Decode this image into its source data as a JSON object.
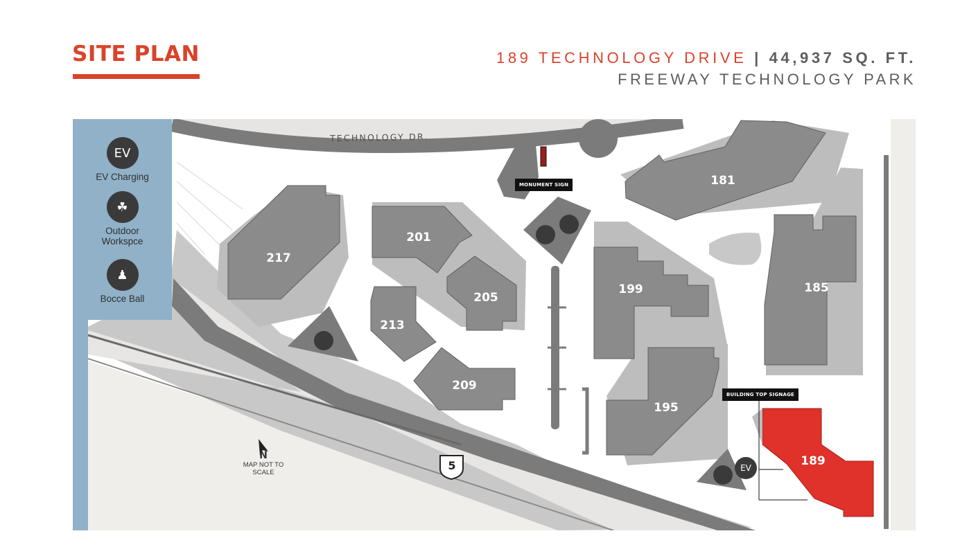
{
  "header": {
    "title": "SITE PLAN",
    "address": "189 TECHNOLOGY DRIVE",
    "separator": "|",
    "sqft": "44,937 SQ. FT.",
    "park": "FREEWAY TECHNOLOGY PARK"
  },
  "legend": {
    "ev_symbol": "EV",
    "ev_label": "EV Charging",
    "outdoor_icon": "outdoor-workspace-icon",
    "outdoor_label": "Outdoor\nWorkspce",
    "bocce_icon": "bocce-ball-icon",
    "bocce_label": "Bocce Ball"
  },
  "map": {
    "road_label": "TECHNOLOGY DR.",
    "buildings": [
      "217",
      "201",
      "205",
      "213",
      "209",
      "181",
      "199",
      "185",
      "195",
      "189"
    ],
    "highlighted_building": "189",
    "highlight_color": "#e0312a",
    "callouts": {
      "monument": "MONUMENT SIGN",
      "signage": "BUILDING TOP SIGNAGE"
    },
    "north_letter": "N",
    "scale_note": "MAP NOT TO SCALE",
    "freeway_shield": "5",
    "ev_badge": "EV"
  },
  "colors": {
    "accent": "#d9432b",
    "legend_bg": "#90b1c8",
    "building": "#8c8b8c",
    "building_shadow": "#bdbdbd",
    "road": "#7b7b7b"
  }
}
